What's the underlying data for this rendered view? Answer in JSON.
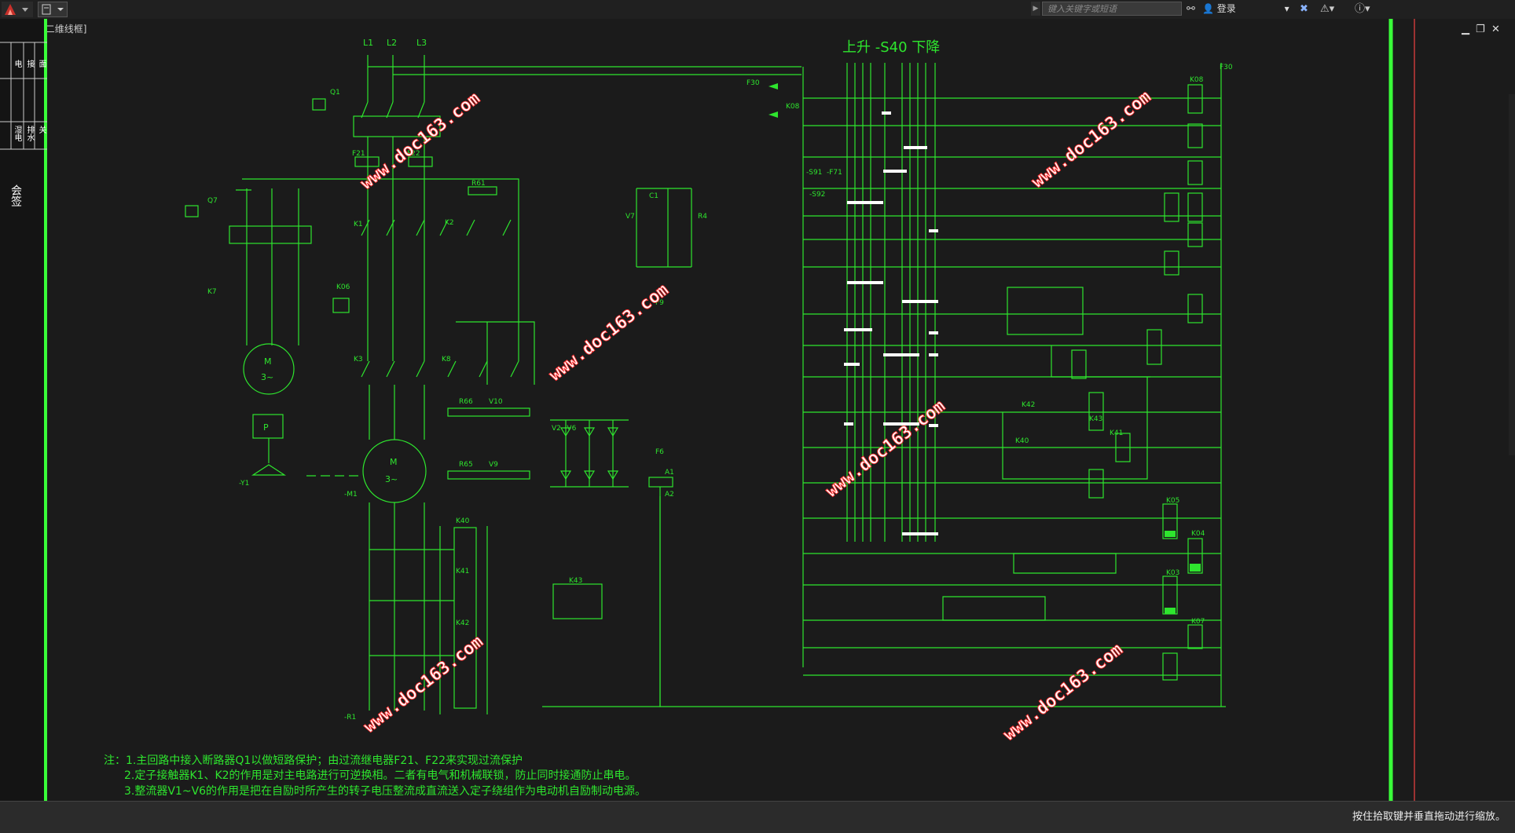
{
  "toolbar": {
    "search_placeholder": "键入关键字或短语",
    "login_label": "登录"
  },
  "canvas": {
    "view_label": "[-][俯视][二维线框]",
    "side_labels": [
      "电",
      "接",
      "面",
      "湿电",
      "排水",
      "关"
    ],
    "side_title": "会签"
  },
  "status": {
    "message": "按住拾取键并垂直拖动进行缩放。"
  },
  "drawing": {
    "top_label": "上升 -S40 下降",
    "phase_labels": [
      "L1",
      "L2",
      "L3"
    ],
    "watermark": "www.doc163.com",
    "notes": [
      "注：1.主回路中接入断路器Q1以做短路保护；由过流继电器F21、F22来实现过流保护",
      "2.定子接触器K1、K2的作用是对主电路进行可逆换相。二者有电气和机械联锁，防止同时接通防止串电。",
      "3.整流器V1~V6的作用是把在自励时所产生的转子电压整流成直流送入定子绕组作为电动机自励制动电源。"
    ],
    "component_labels": {
      "q1": "Q1",
      "q7": "Q7",
      "k1": "K1",
      "k2": "K2",
      "k3": "K3",
      "k6": "K06",
      "k7": "K7",
      "k8": "K8",
      "f21": "F21",
      "f22": "F22",
      "r61": "R61",
      "r66": "R66",
      "r65": "R65",
      "v10": "V10",
      "v9": "V9",
      "v7": "V7",
      "c1": "C1",
      "r4": "R4",
      "f9": "F9",
      "f6": "F6",
      "m1": "-M1",
      "y1": "-Y1",
      "r1": "-R1",
      "k40": "K40",
      "k41": "K41",
      "k42": "K42",
      "k43": "K43",
      "f30": "F30",
      "k08": "K08",
      "k05": "K05",
      "k04": "K04",
      "k03": "K03",
      "k07": "K07",
      "motor_top": "M",
      "motor_top_sub": "3~",
      "motor_main": "M",
      "motor_main_sub": "3~",
      "pump": "P",
      "a1": "A1",
      "a2": "A2",
      "rectifier": "V2~V6",
      "s91": "-S91",
      "f71": "-F71",
      "s92": "-S92"
    }
  }
}
